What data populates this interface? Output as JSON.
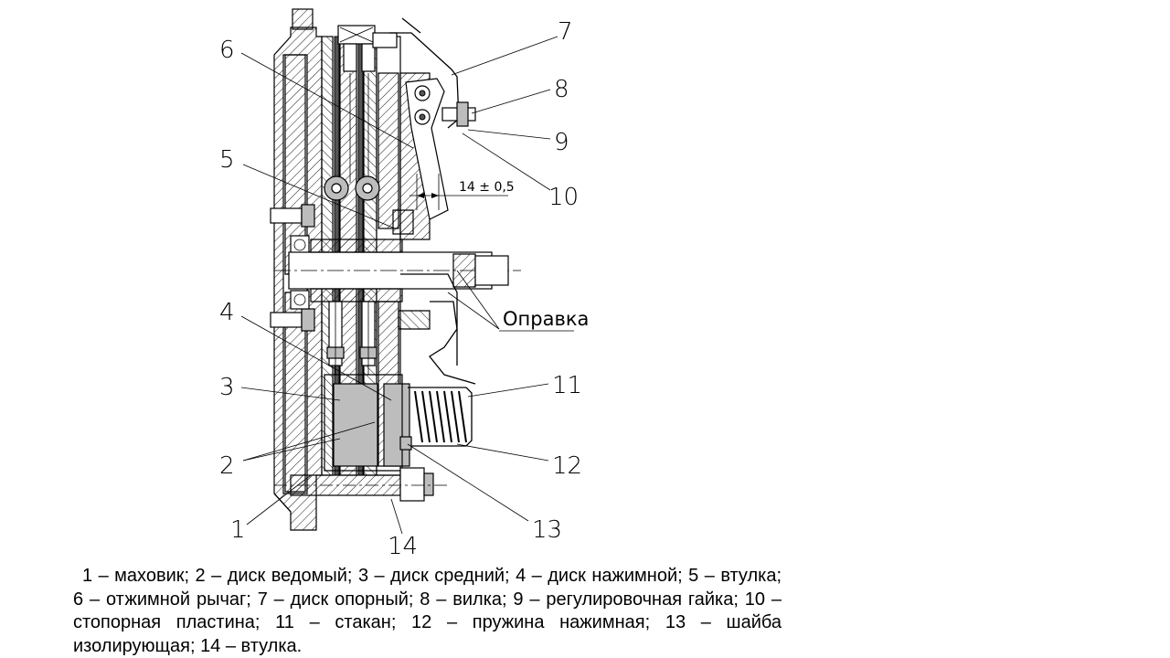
{
  "diagram": {
    "callouts": [
      {
        "id": "1",
        "label": "1"
      },
      {
        "id": "2",
        "label": "2"
      },
      {
        "id": "3",
        "label": "3"
      },
      {
        "id": "4",
        "label": "4"
      },
      {
        "id": "5",
        "label": "5"
      },
      {
        "id": "6",
        "label": "6"
      },
      {
        "id": "7",
        "label": "7"
      },
      {
        "id": "8",
        "label": "8"
      },
      {
        "id": "9",
        "label": "9"
      },
      {
        "id": "10",
        "label": "10"
      },
      {
        "id": "11",
        "label": "11"
      },
      {
        "id": "12",
        "label": "12"
      },
      {
        "id": "13",
        "label": "13"
      },
      {
        "id": "14",
        "label": "14"
      }
    ],
    "dimension": "14 ± 0,5",
    "mandrel_label": "Оправка"
  },
  "caption": "1 – маховик; 2 – диск ведомый; 3 – диск средний; 4 – диск нажимной; 5 – втулка; 6 – отжимной рычаг; 7 – диск опорный; 8 – вилка; 9 – регулировочная гайка; 10 – стопорная пластина; 11 – стакан; 12 – пружина нажимная; 13 – шайба изолирующая; 14 – втулка."
}
